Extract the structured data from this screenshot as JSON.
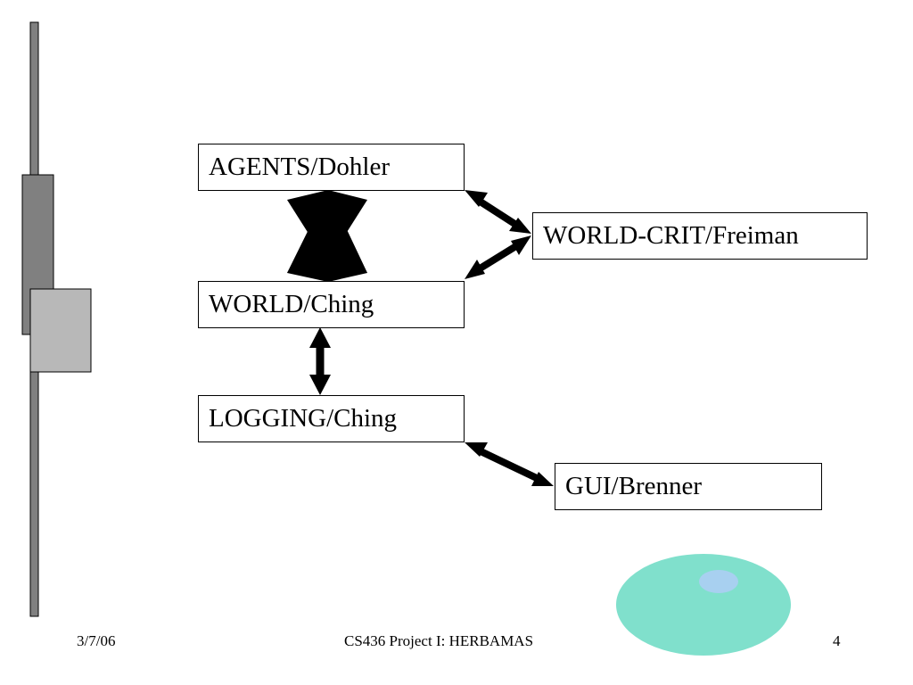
{
  "slide": {
    "nodes": {
      "agents": "AGENTS/Dohler",
      "world": "WORLD/Ching",
      "world_crit": "WORLD-CRIT/Freiman",
      "logging": "LOGGING/Ching",
      "gui": "GUI/Brenner"
    },
    "footer": {
      "date": "3/7/06",
      "title": "CS436 Project I:  HERBAMAS",
      "page": "4"
    }
  },
  "colors": {
    "bar": "#808080",
    "bar_block": "#808080",
    "light_block": "#b8b8b8",
    "ellipse": "#80e0cc",
    "ellipse_highlight": "#a8d0f0",
    "arrow": "#000000"
  }
}
